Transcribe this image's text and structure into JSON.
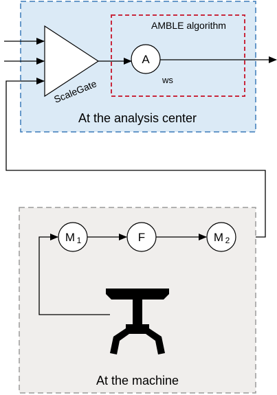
{
  "diagram": {
    "analysis_center": {
      "label": "At the analysis center",
      "fill": "#dbeaf6",
      "border": "#3a7ab8"
    },
    "amble": {
      "label": "AMBLE algorithm",
      "border": "#c8283c"
    },
    "scalegate": {
      "label": "ScaleGate"
    },
    "node_a": {
      "label": "A",
      "sublabel": "ws"
    },
    "machine_area": {
      "label": "At the machine",
      "fill": "#f0eeec",
      "border": "#9a9a9a"
    },
    "nodes": {
      "m1": {
        "label": "M",
        "sub": "1"
      },
      "f": {
        "label": "F"
      },
      "m2": {
        "label": "M",
        "sub": "2"
      }
    },
    "machine_icon": "machine-icon"
  }
}
